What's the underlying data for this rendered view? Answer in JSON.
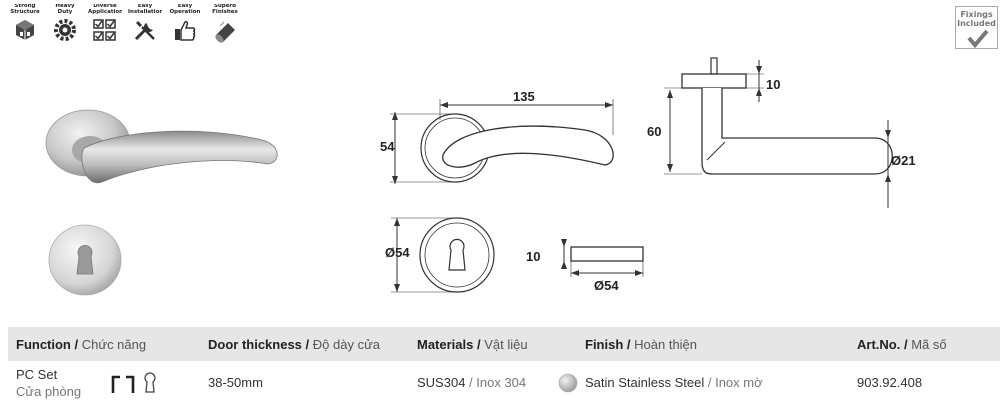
{
  "features": [
    {
      "label": "Strong Structure",
      "icon": "strong-structure-icon"
    },
    {
      "label": "Heavy Duty",
      "icon": "heavy-duty-icon"
    },
    {
      "label": "Diverse Applications",
      "icon": "diverse-applications-icon"
    },
    {
      "label": "Easy Installation",
      "icon": "easy-installation-icon"
    },
    {
      "label": "Easy Operation",
      "icon": "easy-operation-icon"
    },
    {
      "label": "Superb Finishes",
      "icon": "superb-finishes-icon"
    }
  ],
  "fixings": {
    "line1": "Fixings",
    "line2": "Included",
    "icon": "checkmark-icon"
  },
  "dimensions": {
    "length": "135",
    "rose_height": "54",
    "rose_thickness": "10",
    "projection": "60",
    "grip_diameter": "Ø21",
    "escutcheon_diameter": "Ø54",
    "escutcheon_thickness": "10",
    "escutcheon_side_diameter": "Ø54"
  },
  "table": {
    "headers": [
      {
        "bold": "Function",
        "light": "Chức năng"
      },
      {
        "bold": "Door thickness",
        "light": "Độ dày cửa"
      },
      {
        "bold": "Materials",
        "light": "Vật liệu"
      },
      {
        "bold": "Finish",
        "light": "Hoàn thiện"
      },
      {
        "bold": "Art.No.",
        "light": "Mã số"
      }
    ],
    "row": {
      "function": "PC Set",
      "function_vi": "Cửa phòng",
      "door_thickness": "38-50mm",
      "material": "SUS304",
      "material_vi": "Inox 304",
      "finish": "Satin Stainless Steel",
      "finish_vi": "Inox mờ",
      "art_no": "903.92.408"
    }
  }
}
